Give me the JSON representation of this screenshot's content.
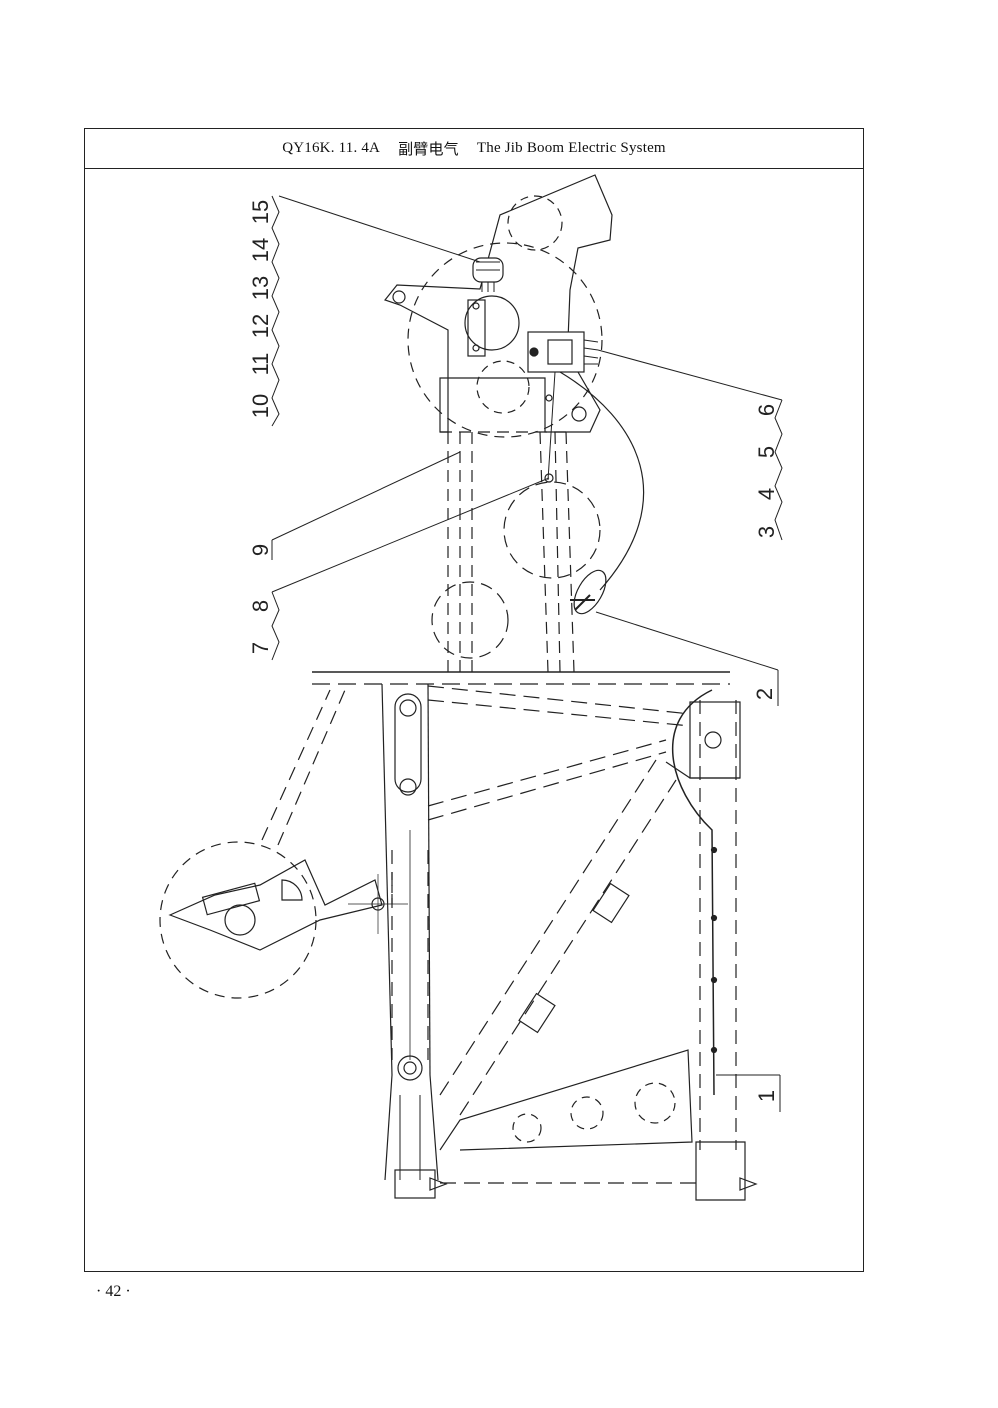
{
  "header": {
    "drawing_code": "QY16K. 11. 4A",
    "title_cn": "副臂电气",
    "title_en": "The Jib Boom Electric System"
  },
  "page_number": "· 42 ·",
  "callouts": {
    "left_group_top": [
      "10",
      "11",
      "12",
      "13",
      "14",
      "15"
    ],
    "left_9": "9",
    "left_group_78": [
      "7",
      "8"
    ],
    "right_group": [
      "3",
      "4",
      "5",
      "6"
    ],
    "right_2": "2",
    "right_1": "1"
  }
}
